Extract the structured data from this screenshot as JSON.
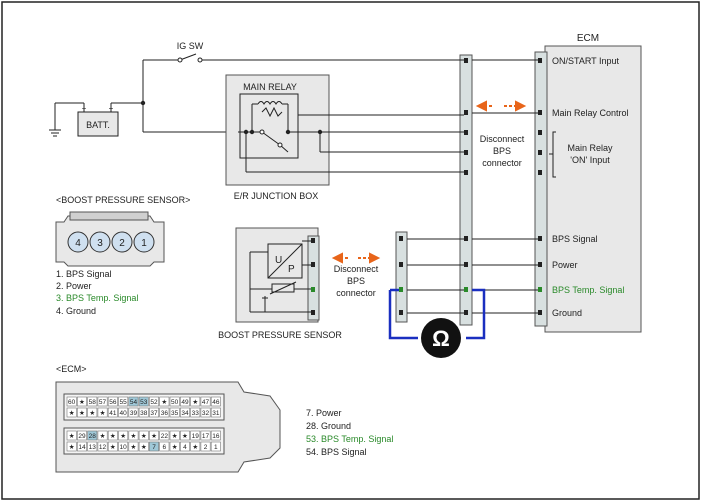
{
  "colors": {
    "line": "#222222",
    "box_fill": "#e8e8e8",
    "connector_fill": "#d8e0e0",
    "accent_green": "#2a8a2a",
    "accent_orange": "#e8651a",
    "meter_loop": "#1a2fc0",
    "pin_fill": "#cfe0f0"
  },
  "labels": {
    "ig_sw": "IG SW",
    "batt": "BATT.",
    "main_relay": "MAIN RELAY",
    "junction_box": "E/R JUNCTION BOX",
    "boost_sensor_heading": "<BOOST PRESSURE SENSOR>",
    "boost_sensor_caption": "BOOST PRESSURE SENSOR",
    "ecm_title": "ECM",
    "ecm_heading": "<ECM>",
    "disconnect_1": "Disconnect",
    "disconnect_2": "BPS",
    "disconnect_3": "connector",
    "disc2_1": "Disconnect",
    "disc2_2": "BPS",
    "disc2_3": "connector",
    "ohm_symbol": "Ω",
    "sensor_u": "U",
    "sensor_p": "P"
  },
  "ecm_terminals": {
    "on_start": "ON/START Input",
    "main_relay_control": "Main Relay Control",
    "main_relay_on_1": "Main Relay",
    "main_relay_on_2": "'ON' Input",
    "bps_signal": "BPS Signal",
    "power": "Power",
    "bps_temp": "BPS Temp. Signal",
    "ground": "Ground"
  },
  "sensor_pins": [
    "4",
    "3",
    "2",
    "1"
  ],
  "sensor_pin_list": {
    "p1": "1. BPS Signal",
    "p2": "2. Power",
    "p3": "3. BPS Temp. Signal",
    "p4": "4. Ground"
  },
  "ecm_pin_list": {
    "p7": "7. Power",
    "p28": "28. Ground",
    "p53": "53. BPS Temp. Signal",
    "p54": "54. BPS Signal"
  },
  "ecm_connector": {
    "row1": [
      "60",
      "★",
      "58",
      "57",
      "56",
      "55",
      "54",
      "53",
      "52",
      "★",
      "50",
      "49",
      "★",
      "47",
      "46"
    ],
    "row2": [
      "★",
      "★",
      "★",
      "★",
      "41",
      "40",
      "39",
      "38",
      "37",
      "36",
      "35",
      "34",
      "33",
      "32",
      "31"
    ],
    "row3": [
      "★",
      "29",
      "28",
      "★",
      "★",
      "★",
      "★",
      "★",
      "★",
      "22",
      "★",
      "★",
      "19",
      "17",
      "16"
    ],
    "row4": [
      "★",
      "14",
      "13",
      "12",
      "★",
      "10",
      "★",
      "★",
      "7",
      "6",
      "★",
      "4",
      "★",
      "2",
      "1"
    ]
  }
}
